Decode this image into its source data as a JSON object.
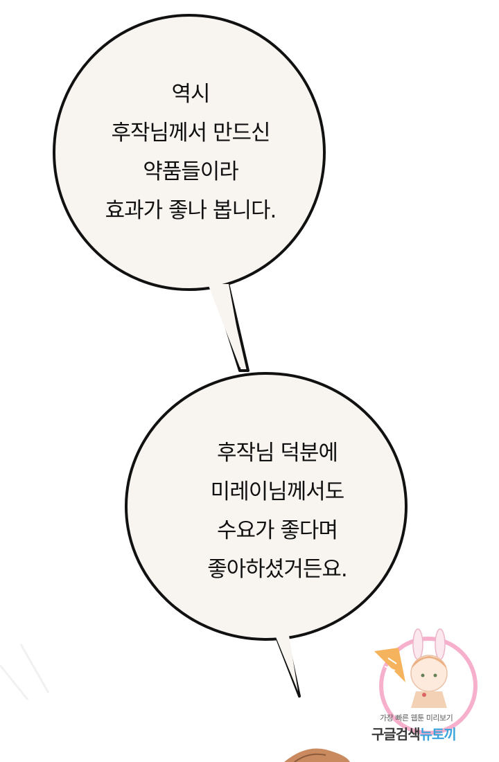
{
  "bubbles": [
    {
      "lines": [
        "역시",
        "후작님께서 만드신",
        "약품들이라",
        "효과가 좋나 봅니다."
      ]
    },
    {
      "lines": [
        "후작님 덕분에",
        "미레이님께서도",
        "수요가 좋다며",
        "좋아하셨거든요."
      ]
    }
  ],
  "watermark": {
    "tagline": "가장 빠른 웹툰 미리보기",
    "brand_prefix": "구글검색",
    "brand_accent": "뉴토끼"
  },
  "colors": {
    "bubble_fill": "#f8f5f1",
    "bubble_stroke": "#111111",
    "watermark_ring": "#f5a3c4",
    "watermark_accent": "#3aa3dc"
  }
}
